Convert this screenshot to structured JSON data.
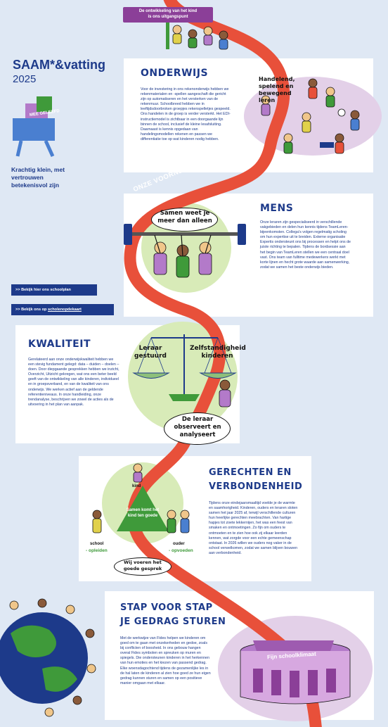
{
  "banner": {
    "line1": "De ontwikkeling van het kind",
    "line2": "is ons uitgangspunt"
  },
  "header": {
    "title": "SAAM*&vatting",
    "year": "2025",
    "logo_text": "MEE GELEEFD",
    "tagline": "Krachtig klein, met vertrouwen betekenisvol zijn"
  },
  "onderwijs": {
    "title": "ONDERWIJS",
    "text": "Voor de investering in ons rekenonderwijs hebben we rekenmaterialen en -spellen aangeschaft die gericht zijn op automatiseren en het versterken van de rekenmuur. Schoolbreed hebben we in leeftijdsdoorbroken groepjes rekenspelletjes gespeeld. Ons handelen in de groep is verder versterkt. Het EDI-instructiemodel is zichtbaar in een doorgaande lijn binnen de school, inclusief de kleine lesafsluiting. Daarnaast is kennis opgedaan van handelingsmodellen rekenen en passen we differentiatie toe op wat kinderen nodig hebben.",
    "bubble": "Handelend, spelend en bewegend leren"
  },
  "road_label": "ONZE VOORNEMENS",
  "mens": {
    "title": "MENS",
    "text": "Onze leraren zijn gespecialiseerd in verschillende vakgebieden en delen hun kennis tijdens TeamLeren-bijeenkomsten. Collega's volgen regelmatig scholing om hun expertise uit te breiden. Externe organisatie Expertis ondersteunt ons bij processen en helpt ons de juiste richting te bepalen. Tijdens de bordsessie aan het begin van TeamLeren stellen we een centraal doel vast. Ons team van fulltime medewerkers werkt met korte lijnen en hecht grote waarde aan samenwerking, zodat we samen het beste onderwijs bieden.",
    "bubble": "Samen weet je meer dan alleen"
  },
  "buttons": {
    "schoolplan": ">> Bekijk hier ons schoolplan",
    "schoolgids_prefix": ">> Bekijk ons op ",
    "schoolgids_link": "scholenopdekaart"
  },
  "kwaliteit": {
    "title": "KWALITEIT",
    "text": "Gerelateerd aan onze onderwijskwaliteit hebben we een stevig fundament gelegd: data – duiden – doelen – doen. Door diepgaande gesprekken hebben we inzicht, Overzicht, Uitzicht gekregen, wat ons een beter beeld geeft van de ontwikkeling van alle kinderen, individueel en in groepsverband, en van de kwaliteit van ons onderwijs. We werken actief aan de geldende referentieniveaus. In onze handleiding, onze trendanalyse, beschrijven we zowel de acties als de uitvoering in het plan van aanpak.",
    "scale_left": "Leraar gestuurd",
    "scale_right": "Zelfstandigheid kinderen",
    "bubble": "De leraar observeert en analyseert"
  },
  "gerechten": {
    "title_line1": "GERECHTEN EN",
    "title_line2": "VERBONDENHEID",
    "text": "Tijdens onze eindejaarsmaaltijd voelde je de warmte en saamhorigheid. Kinderen, ouders en leraren sloten samen het jaar 2025 af, terwijl verschillende culturen hun heerlijke gerechten meebrachten. Van hartige hapjes tot zoete lekkernijen, het was een feest van smaken en ontmoetingen. Zo fijn om ouders te ontmoeten en te zien hoe ook zij elkaar leerden kennen, wat zorgde voor een echte gemeenschap ontstaat. In 2026 willen we ouders nog vaker in de school verwelkomen, zodat we samen blijven bouwen aan verbondenheid.",
    "triangle_text": "Samen komt het kind ten goede",
    "kind": "kind",
    "school": "school",
    "school_sub": "- opleiden",
    "ouder": "ouder",
    "ouder_sub": "- opvoeden",
    "bubble": "Wij voeren het goede gesprek"
  },
  "stap": {
    "title_line1": "STAP VOOR STAP",
    "title_line2": "JE GEDRAG STUREN",
    "text": "Met de werkwijze van Fides helpen we kinderen om goed om te gaan met onzekerheden en gedoe, zoals bij conflicten of boosheid. In ons gebouw hangen overal Fides symbolen en spreuken op muren en spiegels. Die ondersteunen kinderen in het herkennen van hun emoties en het kiezen van passend gedrag. Elke woensdagochtend tijdens de gezamenlijke les in de hal laten de kinderen al zien hoe goed ze hun eigen gedrag kunnen sturen en samen op een positieve manier omgaan met elkaar.",
    "building_label": "Fijn schoolklimaat"
  },
  "colors": {
    "navy": "#1d3a8a",
    "road": "#e8503a",
    "green_light": "#d8ebb8",
    "green": "#3f9a3a",
    "lilac": "#e3d0e8",
    "purple": "#8b3f98",
    "background": "#dfe8f4"
  }
}
